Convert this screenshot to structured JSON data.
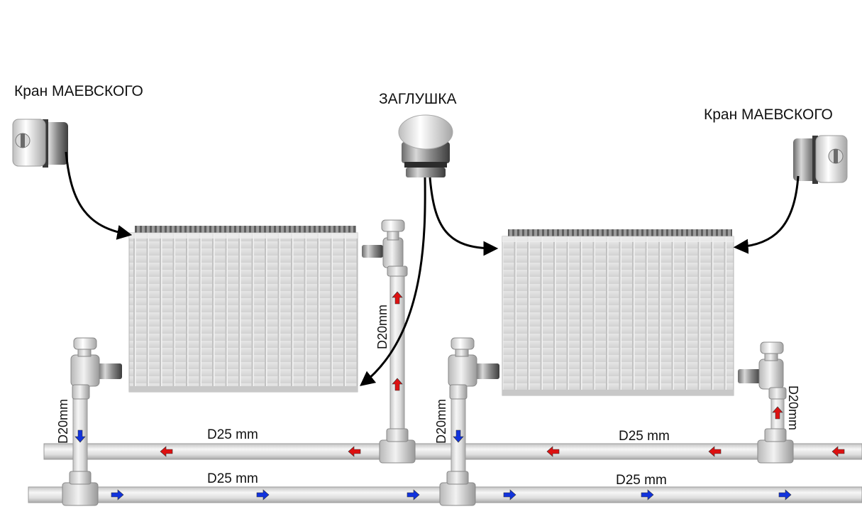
{
  "labels": {
    "mayevsky_left": "Кран МАЕВСКОГО",
    "plug": "ЗАГЛУШКА",
    "mayevsky_right": "Кран МАЕВСКОГО",
    "riser_1": "D20mm",
    "riser_2": "D20mm",
    "riser_3": "D20mm",
    "riser_4": "D20mm",
    "main_return_left": "D25 mm",
    "main_return_right": "D25 mm",
    "main_supply_left": "D25 mm",
    "main_supply_right": "D25 mm"
  },
  "colors": {
    "hot_flow": "#dd1111",
    "cold_flow": "#1133dd",
    "pointer": "#000000"
  },
  "icons": {
    "mayevsky_valve": "bleed-valve-icon",
    "plug": "end-cap-icon",
    "shutoff_valve": "ball-valve-icon",
    "tee": "pipe-tee-icon",
    "radiator": "panel-radiator-icon"
  }
}
